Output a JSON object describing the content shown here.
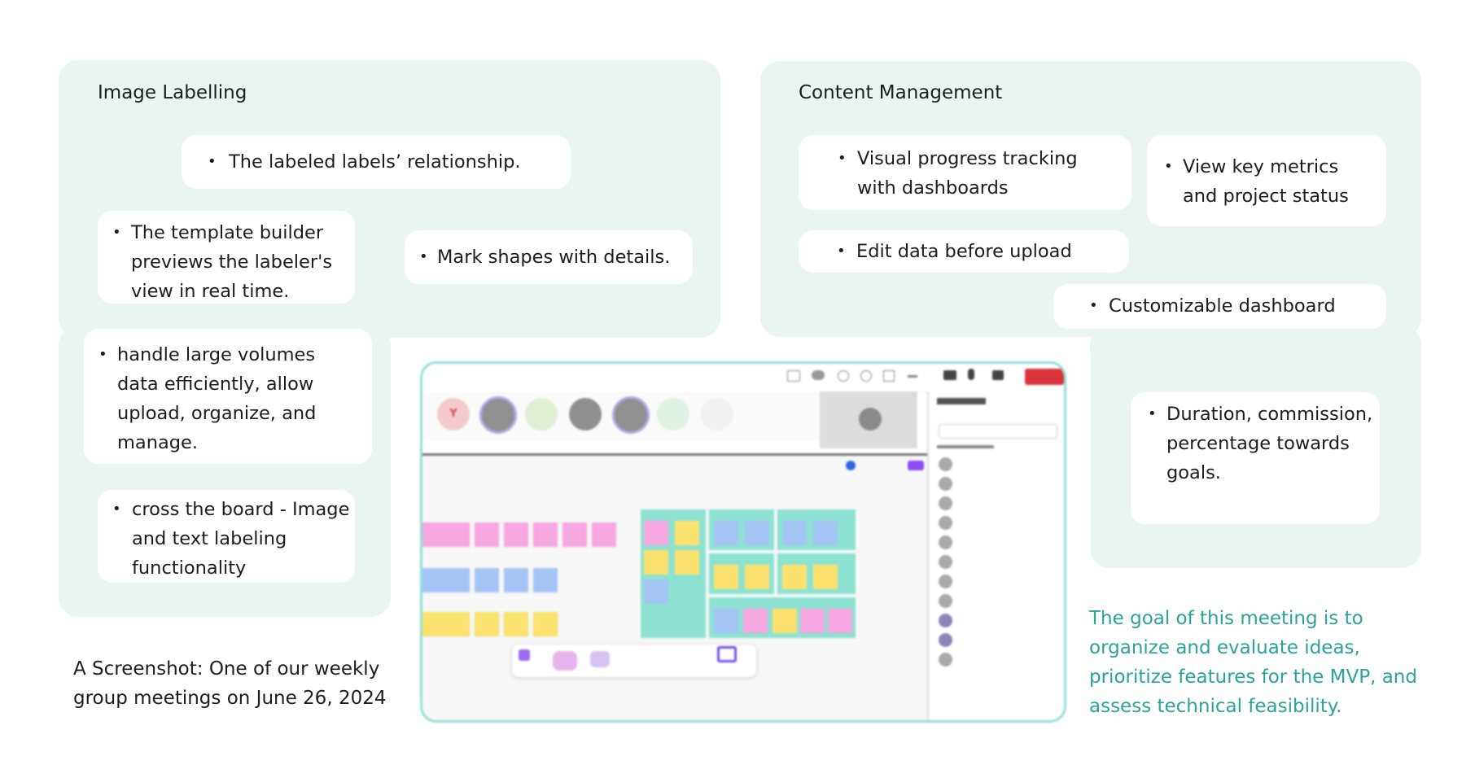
{
  "image_labelling": {
    "title": "Image Labelling",
    "items": [
      "The labeled labels’ relationship.",
      "The template builder previews the labeler's view in real time.",
      "Mark shapes with details.",
      "handle large volumes data efficiently, allow upload, organize, and manage.",
      "cross the board - Image and text labeling functionality"
    ]
  },
  "content_management": {
    "title": "Content Management",
    "items": [
      "Visual progress tracking with dashboards",
      "View key metrics and project status",
      "Edit data before upload",
      "Customizable dashboard",
      "Duration, commission, percentage towards goals."
    ]
  },
  "caption": "A Screenshot: One of our weekly group meetings on June 26, 2024",
  "goal_text": "The goal of this meeting is to organize and evaluate ideas, prioritize features for the MVP, and assess technical feasibility.",
  "colors": {
    "panel_bg": "#eaf4f2",
    "goal_text": "#2aa39a",
    "screenshot_border": "#8fe0d6"
  }
}
